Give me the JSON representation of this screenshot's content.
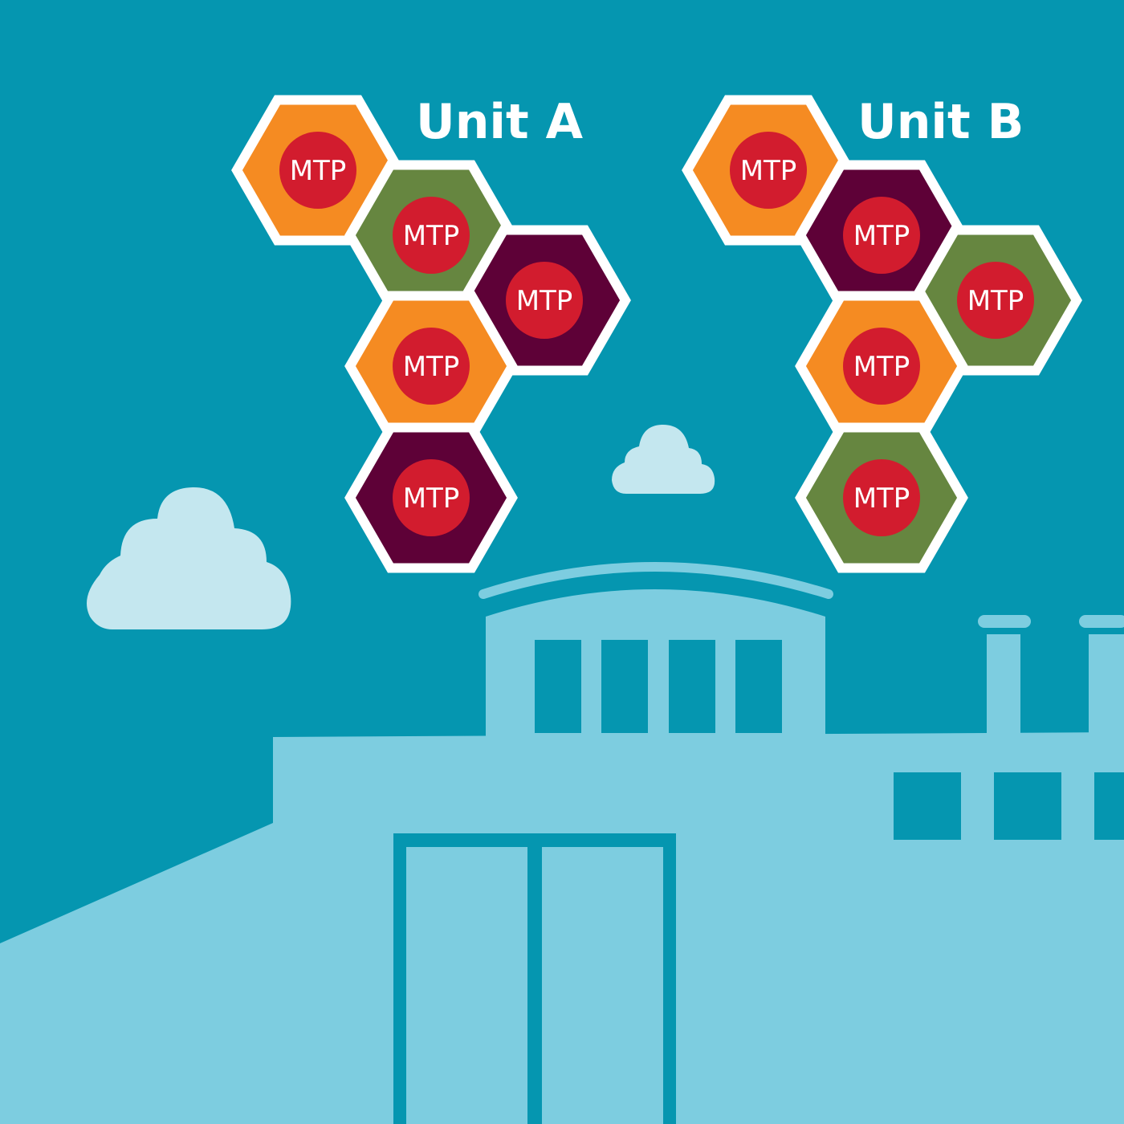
{
  "colors": {
    "sky": "#0596b0",
    "building": "#7dcde0",
    "cloud": "#c4e7ef",
    "orange": "#f58b22",
    "green": "#668640",
    "purple": "#5e0137",
    "red": "#d21c2e",
    "white": "#ffffff"
  },
  "units": [
    {
      "title": "Unit A",
      "modules": [
        {
          "label": "MTP",
          "color": "orange"
        },
        {
          "label": "MTP",
          "color": "green"
        },
        {
          "label": "MTP",
          "color": "purple"
        },
        {
          "label": "MTP",
          "color": "orange"
        },
        {
          "label": "MTP",
          "color": "purple"
        }
      ]
    },
    {
      "title": "Unit B",
      "modules": [
        {
          "label": "MTP",
          "color": "orange"
        },
        {
          "label": "MTP",
          "color": "purple"
        },
        {
          "label": "MTP",
          "color": "green"
        },
        {
          "label": "MTP",
          "color": "orange"
        },
        {
          "label": "MTP",
          "color": "green"
        }
      ]
    }
  ]
}
